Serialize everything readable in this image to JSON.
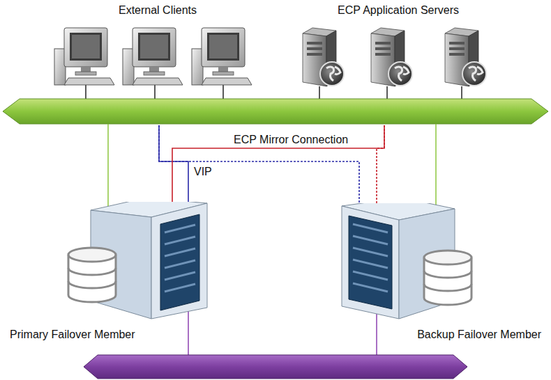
{
  "diagram": {
    "nodes": [
      {
        "text": [
          "External Clients"
        ]
      },
      {
        "text": [
          "ECP Application Servers"
        ]
      },
      {
        "text": [
          "Primary Failover Member"
        ]
      },
      {
        "text": [
          "Backup Failover Member"
        ]
      }
    ],
    "edges": [
      {
        "from": 0,
        "to": 2,
        "arrow": "none",
        "label": "VIP"
      },
      {
        "from": 0,
        "to": 3,
        "arrow": "none"
      },
      {
        "from": 1,
        "to": 2,
        "arrow": "none",
        "label": "ECP Mirror Connection"
      },
      {
        "from": 1,
        "to": 3,
        "arrow": "none"
      }
    ]
  }
}
